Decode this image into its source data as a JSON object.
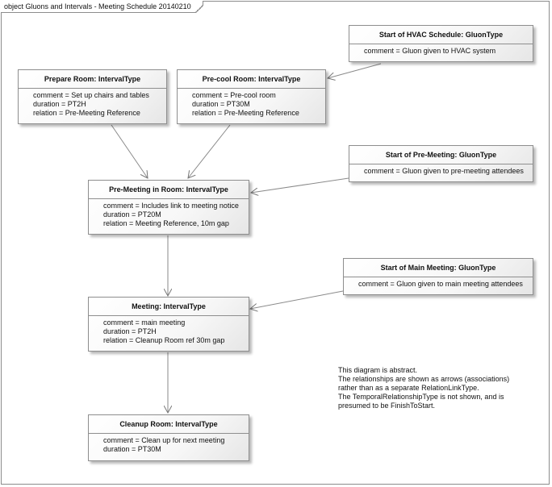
{
  "diagram": {
    "frame_title": "object Gluons and Intervals - Meeting Schedule 20140210",
    "objects": [
      {
        "id": "prepare_room",
        "title": "Prepare Room: IntervalType",
        "attributes": [
          "comment = Set up chairs and tables",
          "duration = PT2H",
          "relation = Pre-Meeting Reference"
        ]
      },
      {
        "id": "precool_room",
        "title": "Pre-cool Room: IntervalType",
        "attributes": [
          "comment = Pre-cool room",
          "duration = PT30M",
          "relation = Pre-Meeting Reference"
        ]
      },
      {
        "id": "hvac_start",
        "title": "Start of HVAC Schedule: GluonType",
        "attributes": [
          "comment = Gluon given to HVAC system"
        ]
      },
      {
        "id": "premeeting_start",
        "title": "Start of Pre-Meeting: GluonType",
        "attributes": [
          "comment = Gluon given to pre-meeting attendees"
        ]
      },
      {
        "id": "premeeting_room",
        "title": "Pre-Meeting in Room: IntervalType",
        "attributes": [
          "comment = Includes link to meeting notice",
          "duration = PT20M",
          "relation = Meeting Reference, 10m gap"
        ]
      },
      {
        "id": "main_meeting_start",
        "title": "Start of Main Meeting: GluonType",
        "attributes": [
          "comment = Gluon given to main meeting attendees"
        ]
      },
      {
        "id": "meeting",
        "title": "Meeting: IntervalType",
        "attributes": [
          "comment = main meeting",
          "duration = PT2H",
          "relation = Cleanup Room ref 30m gap"
        ]
      },
      {
        "id": "cleanup_room",
        "title": "Cleanup Room: IntervalType",
        "attributes": [
          "comment = Clean up for next meeting",
          "duration = PT30M"
        ]
      }
    ],
    "associations": [
      {
        "from": "hvac_start",
        "to": "precool_room"
      },
      {
        "from": "prepare_room",
        "to": "premeeting_room"
      },
      {
        "from": "precool_room",
        "to": "premeeting_room"
      },
      {
        "from": "premeeting_start",
        "to": "premeeting_room"
      },
      {
        "from": "premeeting_room",
        "to": "meeting"
      },
      {
        "from": "main_meeting_start",
        "to": "meeting"
      },
      {
        "from": "meeting",
        "to": "cleanup_room"
      }
    ],
    "note": [
      "This diagram is abstract.",
      "The relationships are shown as arrows (associations)",
      "rather than as a separate RelationLinkType.",
      "The TemporalRelationshipType is not shown, and is",
      "presumed to be FinishToStart."
    ]
  }
}
